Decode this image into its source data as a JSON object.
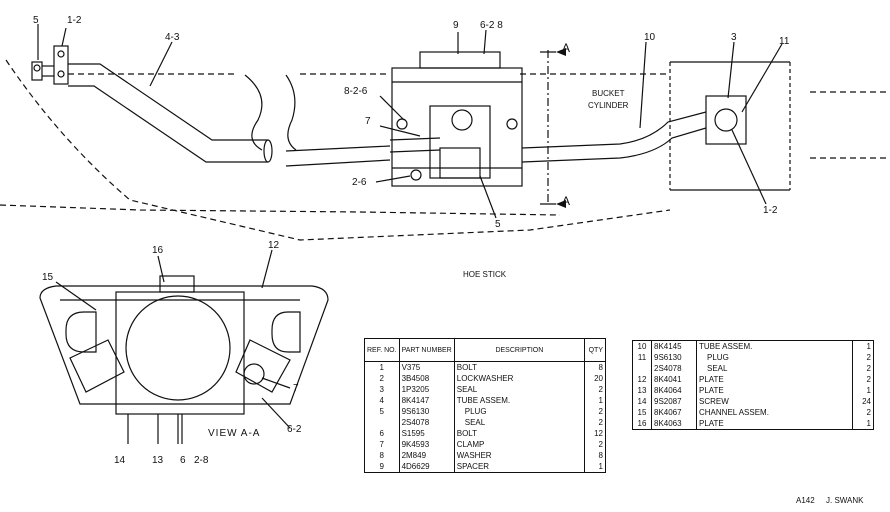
{
  "callouts": {
    "c5_top": "5",
    "c1_2_top": "1-2",
    "c4_3": "4-3",
    "c9": "9",
    "c6_2_8_top": "6-2 8",
    "cA_top": "A",
    "c10": "10",
    "c3": "3",
    "c11": "11",
    "c8_2_6": "8-2-6",
    "c7_top": "7",
    "c2_6": "2-6",
    "c5_mid": "5",
    "cA_bot": "A",
    "c1_2_right": "1-2",
    "c16": "16",
    "c12": "12",
    "c15": "15",
    "c7_view": "7",
    "c6_2_view": "6-2",
    "c14": "14",
    "c13": "13",
    "c6_view": "6",
    "c2_8_view": "2-8"
  },
  "labels": {
    "bucket_cylinder_1": "BUCKET",
    "bucket_cylinder_2": "CYLINDER",
    "hoe_stick": "HOE STICK",
    "view_aa": "VIEW A-A"
  },
  "table_left": {
    "headers": {
      "ref": "REF. NO.",
      "part": "PART NUMBER",
      "desc": "DESCRIPTION",
      "qty": "QTY"
    },
    "rows": [
      {
        "ref": "1",
        "part": "V375",
        "desc": "BOLT",
        "qty": "8"
      },
      {
        "ref": "2",
        "part": "3B4508",
        "desc": "LOCKWASHER",
        "qty": "20"
      },
      {
        "ref": "3",
        "part": "1P3205",
        "desc": "SEAL",
        "qty": "2"
      },
      {
        "ref": "4",
        "part": "8K4147",
        "desc": "TUBE ASSEM.",
        "qty": "1"
      },
      {
        "ref": "5",
        "part": "9S6130",
        "desc": "PLUG",
        "qty": "2"
      },
      {
        "ref": "",
        "part": "2S4078",
        "desc": "SEAL",
        "qty": "2"
      },
      {
        "ref": "6",
        "part": "S1595",
        "desc": "BOLT",
        "qty": "12"
      },
      {
        "ref": "7",
        "part": "9K4593",
        "desc": "CLAMP",
        "qty": "2"
      },
      {
        "ref": "8",
        "part": "2M849",
        "desc": "WASHER",
        "qty": "8"
      },
      {
        "ref": "9",
        "part": "4D6629",
        "desc": "SPACER",
        "qty": "1"
      }
    ]
  },
  "table_right": {
    "rows": [
      {
        "ref": "10",
        "part": "8K4145",
        "desc": "TUBE ASSEM.",
        "qty": "1"
      },
      {
        "ref": "11",
        "part": "9S6130",
        "desc": "PLUG",
        "qty": "2"
      },
      {
        "ref": "",
        "part": "2S4078",
        "desc": "SEAL",
        "qty": "2"
      },
      {
        "ref": "12",
        "part": "8K4041",
        "desc": "PLATE",
        "qty": "2"
      },
      {
        "ref": "13",
        "part": "8K4064",
        "desc": "PLATE",
        "qty": "1"
      },
      {
        "ref": "14",
        "part": "9S2087",
        "desc": "SCREW",
        "qty": "24"
      },
      {
        "ref": "15",
        "part": "8K4067",
        "desc": "CHANNEL ASSEM.",
        "qty": "2"
      },
      {
        "ref": "16",
        "part": "8K4063",
        "desc": "PLATE",
        "qty": "1"
      }
    ]
  },
  "footer": {
    "code": "A142",
    "author": "J. SWANK"
  }
}
